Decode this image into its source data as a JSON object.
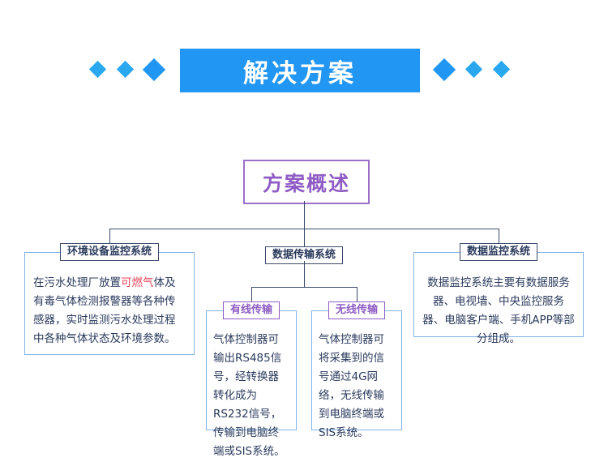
{
  "header": {
    "title": "解决方案",
    "banner_color": "#2196f3",
    "diamond_color": "#2196f3"
  },
  "overview": {
    "label": "方案概述",
    "border_color": "#9b6fc9",
    "text_color": "#8e5cc4"
  },
  "nodes": {
    "env": {
      "title": "环境设备监控系统",
      "body_lines": [
        "在污水处理厂放置",
        "可燃气",
        "体及有毒气体检测报警器",
        "等各种传感器，实时监测",
        "污水处理过程中各种气体",
        "状态及环境参数。"
      ],
      "highlight": "可燃气"
    },
    "data_trans": {
      "title": "数据传输系统"
    },
    "wired": {
      "title": "有线传输",
      "body_lines": [
        "气体控制器可输",
        "出RS485信号，",
        "经转换器转化成",
        "为RS232信号，",
        "传输到电脑终端",
        "或SIS系统。"
      ]
    },
    "wireless": {
      "title": "无线传输",
      "body_lines": [
        "气体控制器可将",
        "采集到的信号通",
        "过4G网络，无线",
        "传输到电脑终端",
        "或SIS系统。"
      ]
    },
    "monitor": {
      "title": "数据监控系统",
      "body_lines": [
        "数据监控系统主要有数据",
        "服务器、电视墙、中央监",
        "控服务器、电脑客户端、",
        "手机APP等部分组成。"
      ]
    }
  },
  "colors": {
    "card_border": "#7fb3e8",
    "line": "#3b4a6b",
    "text": "#2a3a5c",
    "accent_red": "#e8455c"
  }
}
